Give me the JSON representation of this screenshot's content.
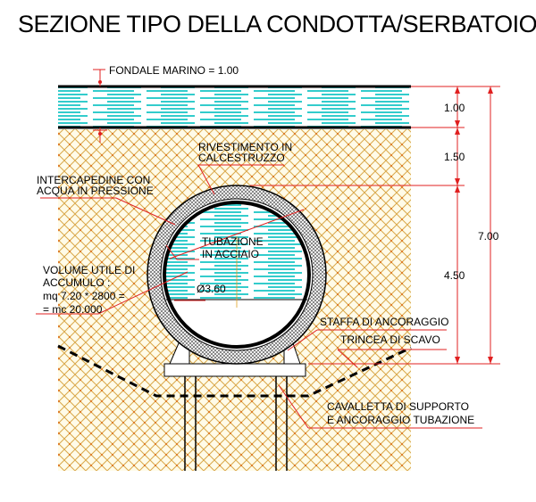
{
  "title": "SEZIONE TIPO  DELLA CONDOTTA/SERBATOIO",
  "labels": {
    "fondale": "FONDALE   MARINO  =  1.00",
    "rivestimento_1": "RIVESTIMENTO IN",
    "rivestimento_2": "CALCESTRUZZO",
    "intercapedine_1": "INTERCAPEDINE CON",
    "intercapedine_2": "ACQUA IN PRESSIONE",
    "tubazione_1": "TUBAZIONE",
    "tubazione_2": "IN ACCIAIO",
    "diametro": "Ø3.60",
    "volume_1": "VOLUME UTILE DI",
    "volume_2": "ACCUMULO   :",
    "volume_3": "mq 7.20 * 2800 =",
    "volume_4": "= mc 20.000",
    "staffa": "STAFFA DI ANCORAGGIO",
    "trincea": "TRINCEA DI SCAVO",
    "cavalletta_1": "CAVALLETTA DI SUPPORTO",
    "cavalletta_2": "E ANCORAGGIO TUBAZIONE"
  },
  "dimensions": {
    "d1": "1.00",
    "d2": "1.50",
    "d3": "4.50",
    "total": "7.00"
  },
  "colors": {
    "water": "#33cccc",
    "soil_hatch": "#d9a84a",
    "leader": "#e02020",
    "concrete": "#999999"
  }
}
